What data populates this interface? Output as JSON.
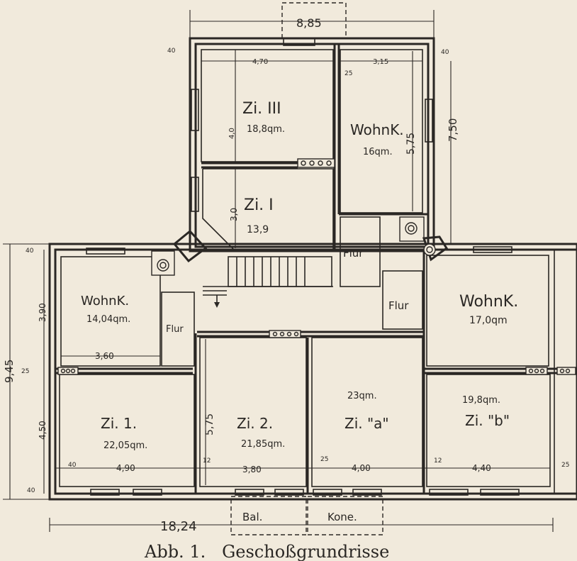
{
  "caption": "Abb. 1.   Geschoßgrundrisse",
  "rooms": {
    "zi_3": {
      "name": "Zi. III",
      "area": "18,8qm."
    },
    "wohnk_top": {
      "name": "WohnK.",
      "area": "16qm."
    },
    "zi_1_top": {
      "name": "Zi. I",
      "area": "13,9"
    },
    "wohnk_left": {
      "name": "WohnK.",
      "area": "14,04qm."
    },
    "flur_left": {
      "name": "Flur"
    },
    "flur_mid": {
      "name": "Flur"
    },
    "flur_right": {
      "name": "Flur"
    },
    "wohnk_right": {
      "name": "WohnK.",
      "area": "17,0qm"
    },
    "zi1": {
      "name": "Zi. 1.",
      "area": "22,05qm."
    },
    "zi2": {
      "name": "Zi. 2.",
      "area": "21,85qm."
    },
    "zia": {
      "name": "Zi. \"a\"",
      "area": "23qm."
    },
    "zib": {
      "name": "Zi. \"b\"",
      "area": "19,8qm."
    },
    "bal": {
      "name": "Bal."
    },
    "kone": {
      "name": "Kone."
    }
  },
  "dims": {
    "top_width": "8,85",
    "wall_40_left": "40",
    "wall_40_right": "40",
    "zi3_width": "4,70",
    "wohnk_width": "3,15",
    "wall_25": "25",
    "zi3_depth": "4,0",
    "wohnk_depth": "5,75",
    "wing_depth": "7,50",
    "zi1top_depth": "3,0",
    "total_depth": "9,45",
    "left_40_top": "40",
    "left_390": "3,90",
    "left_25": "25",
    "left_450": "4,50",
    "left_40_bottom": "40",
    "wohnk_left_width": "3,60",
    "zi2_depth": "5,75",
    "zi1_40": "40",
    "zi1_width": "4,90",
    "zi2_12": "12",
    "zi2_width": "3,80",
    "zia_25": "25",
    "zia_width": "4,00",
    "zib_12": "12",
    "zib_width": "4,40",
    "right_25": "25",
    "total_width": "18,24"
  }
}
